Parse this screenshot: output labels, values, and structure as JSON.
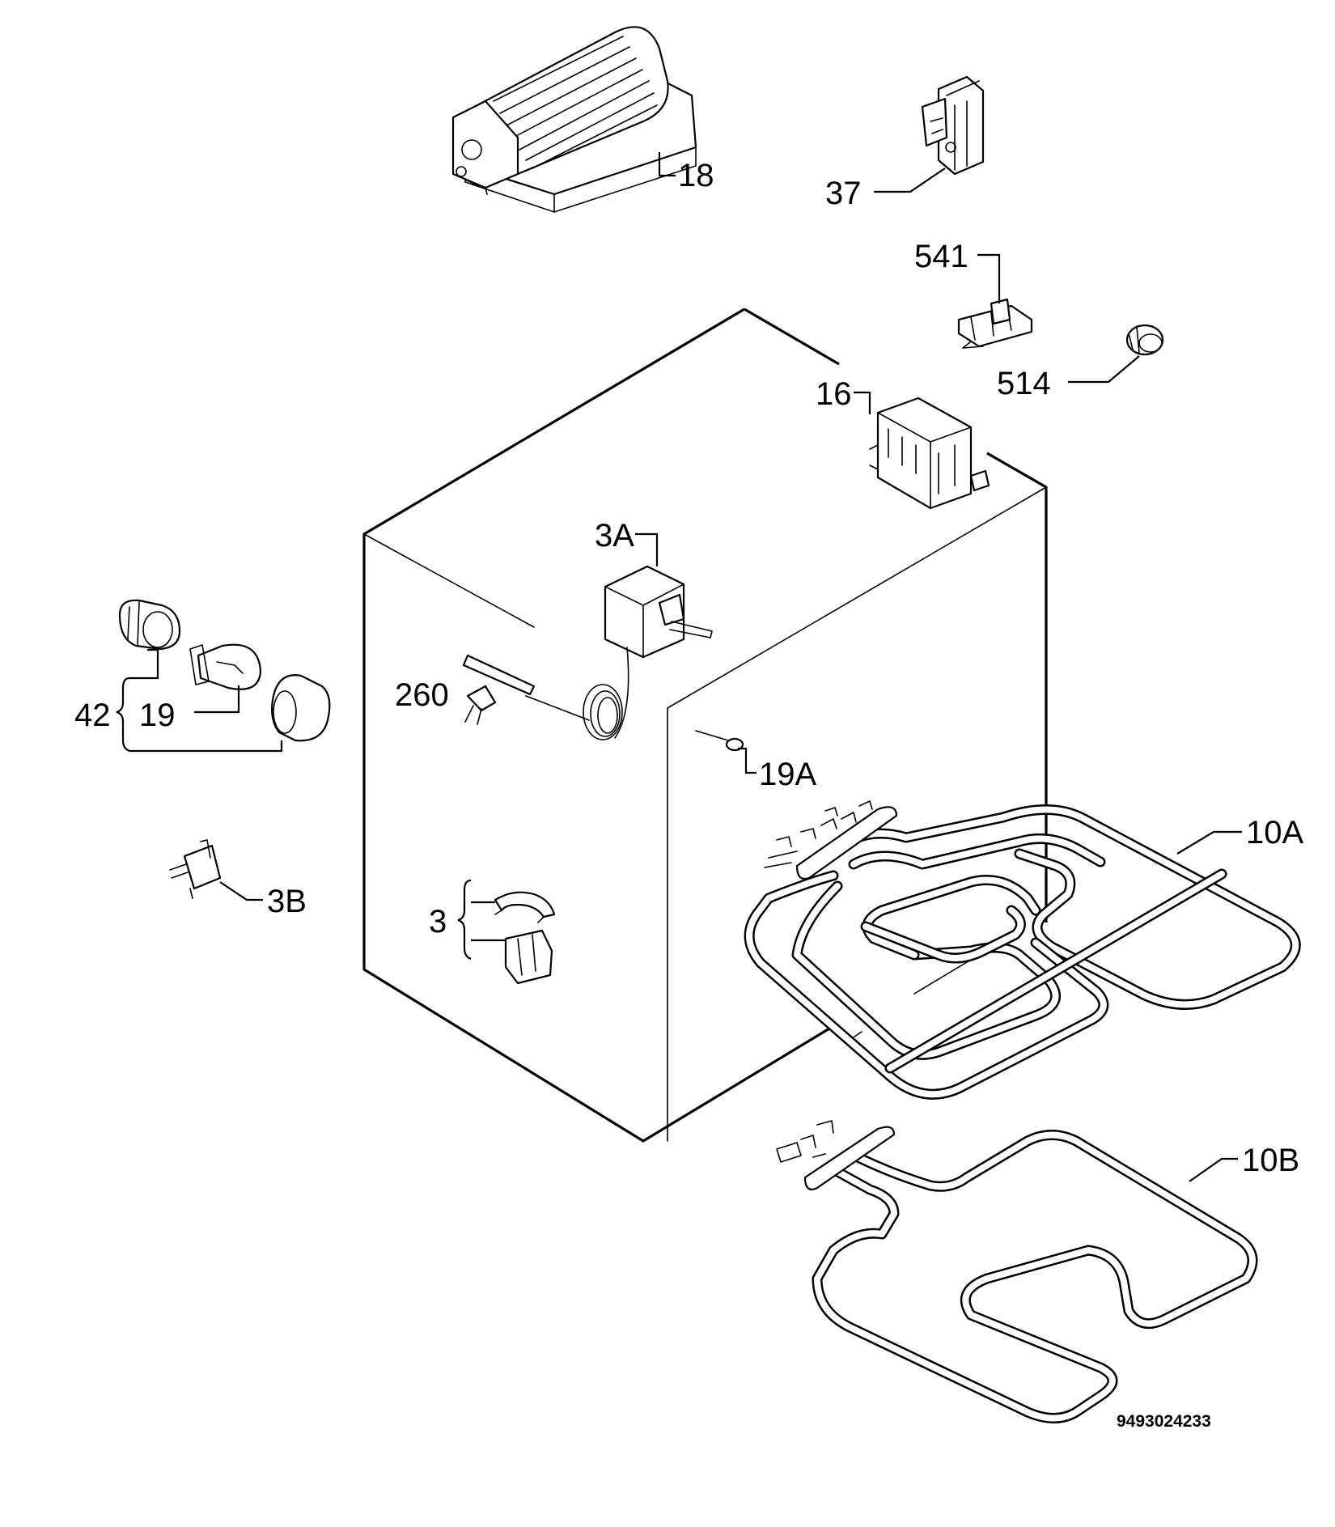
{
  "labels": {
    "p18": "18",
    "p37": "37",
    "p541": "541",
    "p514": "514",
    "p16": "16",
    "p3A": "3A",
    "p42": "42",
    "p19": "19",
    "p260": "260",
    "p19A": "19A",
    "p10A": "10A",
    "p3B": "3B",
    "p3": "3",
    "p10B": "10B"
  },
  "document_number": "9493024233"
}
